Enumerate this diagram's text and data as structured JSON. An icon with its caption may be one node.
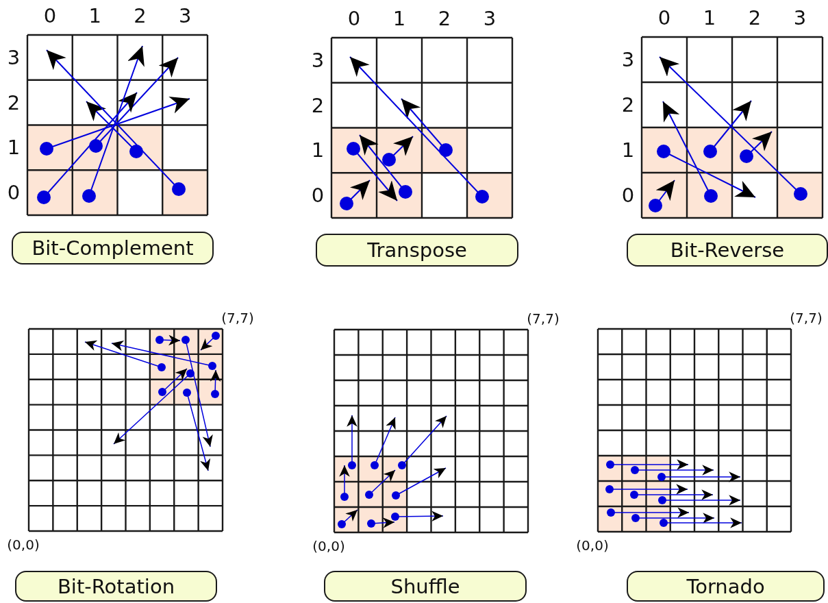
{
  "diagram": {
    "nodes": [
      {
        "text": [
          "Bit-Complement"
        ]
      },
      {
        "text": [
          "Transpose"
        ]
      },
      {
        "text": [
          "Bit-Reverse"
        ]
      },
      {
        "text": [
          "Bit-Rotation"
        ]
      },
      {
        "text": [
          "Shuffle"
        ]
      },
      {
        "text": [
          "Tornado"
        ]
      }
    ],
    "labels": [
      "0",
      "1",
      "2",
      "3",
      "3",
      "2",
      "1",
      "0",
      "0",
      "1",
      "2",
      "3",
      "3",
      "2",
      "1",
      "0",
      "0",
      "1",
      "2",
      "3",
      "3",
      "2",
      "1",
      "0",
      "(7,7)",
      "(0,0)",
      "(7,7)",
      "(0,0)",
      "(7,7)",
      "(0,0)"
    ]
  }
}
